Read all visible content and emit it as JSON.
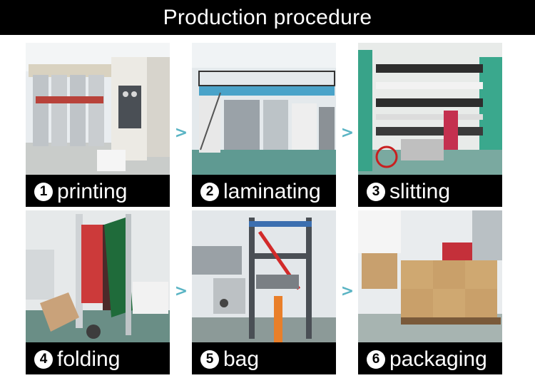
{
  "title": "Production procedure",
  "arrow_glyph": ">",
  "accent_color": "#5ab4c4",
  "steps": [
    {
      "number": "1",
      "label": "printing"
    },
    {
      "number": "2",
      "label": "laminating"
    },
    {
      "number": "3",
      "label": "slitting"
    },
    {
      "number": "4",
      "label": "folding"
    },
    {
      "number": "5",
      "label": "bag"
    },
    {
      "number": "6",
      "label": "packaging"
    }
  ]
}
